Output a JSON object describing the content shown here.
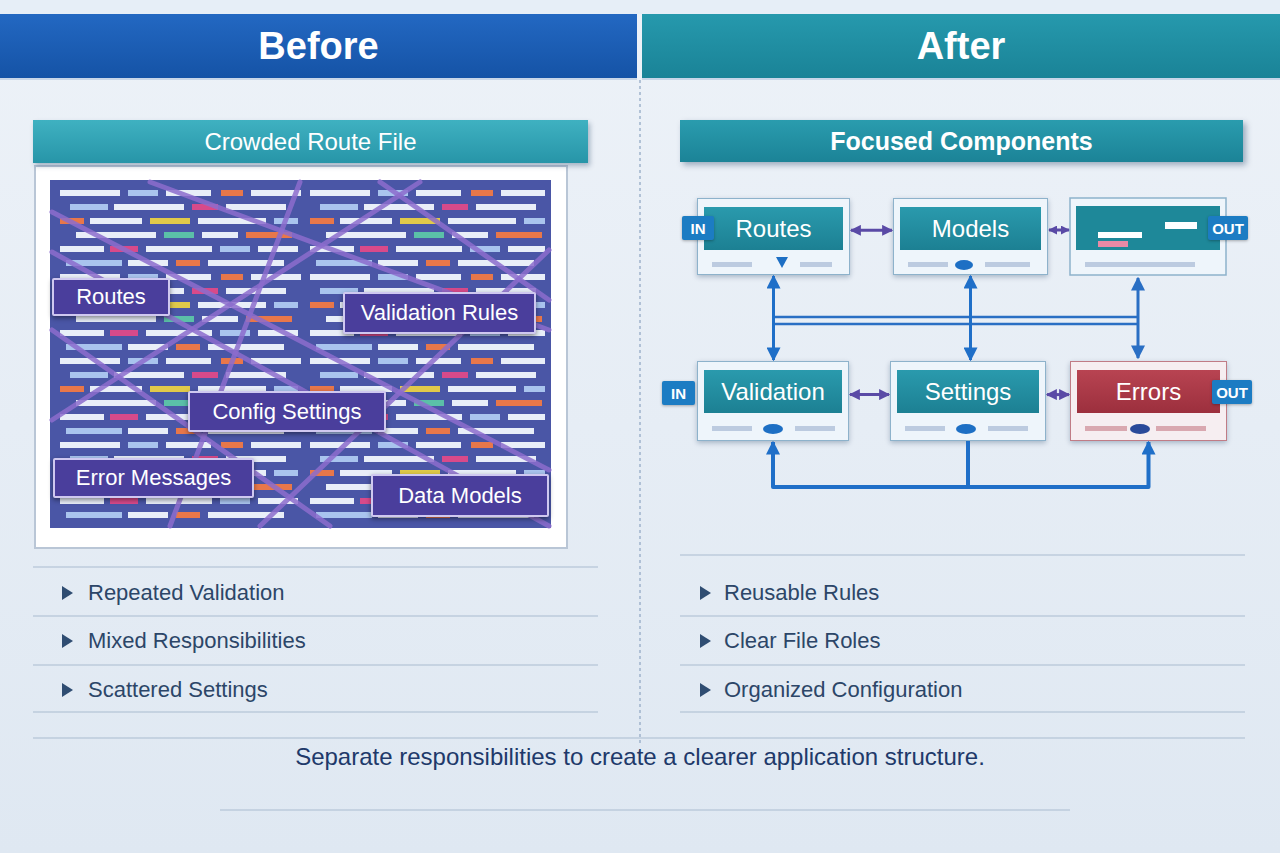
{
  "diagram": {
    "caption": "Separate responsibilities to create a clearer application structure.",
    "nodes": [
      {
        "text": [
          "Before"
        ]
      },
      {
        "text": [
          "After"
        ]
      },
      {
        "text": [
          "Crowded Route File"
        ]
      },
      {
        "text": [
          "Routes"
        ],
        "in": 2
      },
      {
        "text": [
          "Validation Rules"
        ],
        "in": 2
      },
      {
        "text": [
          "Config Settings"
        ],
        "in": 2
      },
      {
        "text": [
          "Error Messages"
        ],
        "in": 2
      },
      {
        "text": [
          "Data Models"
        ],
        "in": 2
      },
      {
        "text": [
          "Focused Components"
        ]
      },
      {
        "text": [
          "IN"
        ]
      },
      {
        "text": [
          "Routes"
        ]
      },
      {
        "text": [
          "Models"
        ]
      },
      {
        "text": [
          "OUT"
        ]
      },
      {
        "text": [
          "IN"
        ]
      },
      {
        "text": [
          "Validation"
        ]
      },
      {
        "text": [
          "Settings"
        ]
      },
      {
        "text": [
          "Errors"
        ]
      },
      {
        "text": [
          "OUT"
        ]
      }
    ],
    "edges": [
      {
        "from": 10,
        "to": 11,
        "arrow": "both"
      },
      {
        "from": 10,
        "to": 14,
        "arrow": "both"
      },
      {
        "from": 11,
        "to": 15,
        "arrow": "both"
      },
      {
        "from": 14,
        "to": 15,
        "arrow": "both"
      },
      {
        "from": 15,
        "to": 16,
        "arrow": "both"
      },
      {
        "from": 15,
        "to": 14,
        "arrow": "to"
      },
      {
        "from": 15,
        "to": 16,
        "arrow": "to"
      }
    ],
    "labels": [
      "Repeated Validation",
      "Mixed Responsibilities",
      "Scattered Settings",
      "Reusable Rules",
      "Clear File Roles",
      "Organized Configuration"
    ]
  }
}
